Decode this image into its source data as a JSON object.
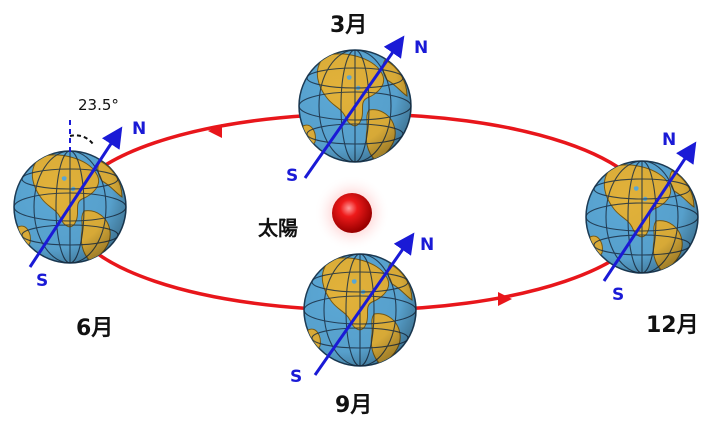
{
  "colors": {
    "orbit": "#e8161b",
    "axis": "#1a1ad6",
    "ocean": "#5ba8d6",
    "land": "#e2b23a",
    "sun": "#e00000"
  },
  "labels": {
    "sun": "太陽",
    "tilt_angle": "23.5°",
    "north": "N",
    "south": "S"
  },
  "positions": [
    {
      "key": "march",
      "month": "3月"
    },
    {
      "key": "june",
      "month": "6月"
    },
    {
      "key": "september",
      "month": "9月"
    },
    {
      "key": "december",
      "month": "12月"
    }
  ]
}
